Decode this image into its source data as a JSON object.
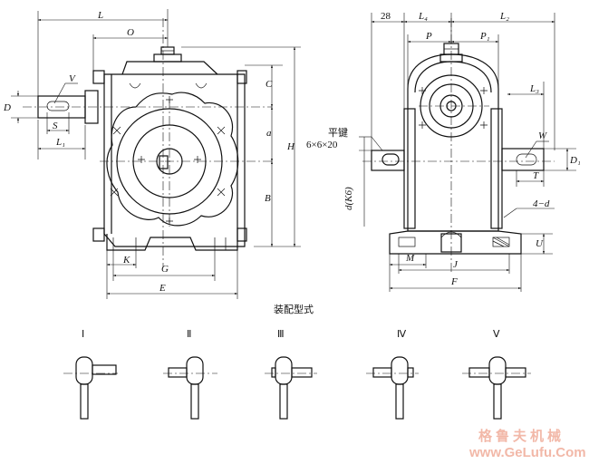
{
  "front": {
    "L": "L",
    "O": "O",
    "D": "D",
    "V": "V",
    "S": "S",
    "L1": "L₁",
    "C": "C",
    "a": "a",
    "H": "H",
    "B": "B",
    "K": "K",
    "G": "G",
    "E": "E"
  },
  "side": {
    "d28": "28",
    "L4": "L₄",
    "L2": "L₂",
    "P": "P",
    "P1": "P₁",
    "L3": "L₃",
    "W": "W",
    "D1": "D₁",
    "T": "T",
    "key_title": "平键",
    "key_size": "6×6×20",
    "dK6": "d(K6)",
    "n4d": "4−d",
    "U": "U",
    "M": "M",
    "J": "J",
    "F": "F"
  },
  "assembly": {
    "title": "装配型式",
    "labels": [
      "Ⅰ",
      "Ⅱ",
      "Ⅲ",
      "Ⅳ",
      "Ⅴ"
    ]
  },
  "watermark": {
    "brand": "格鲁夫机械",
    "url": "www.GeLufu.Com"
  }
}
